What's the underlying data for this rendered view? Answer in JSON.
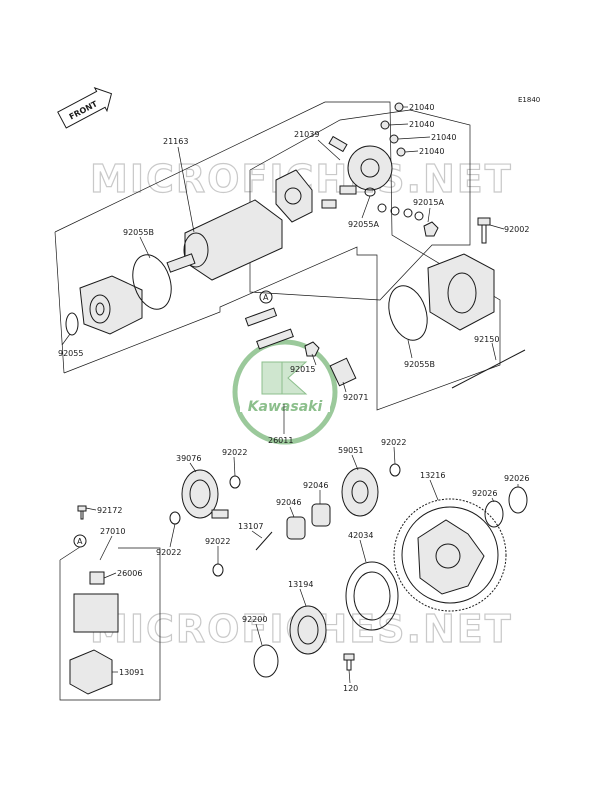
{
  "diagram": {
    "ref_code": "E1840",
    "front_arrow": "FRONT",
    "watermark": "MICROFICHES.NET",
    "logo_text": "Kawasaki",
    "callout_a": "A",
    "parts": {
      "p21163": "21163",
      "p21039": "21039",
      "p21040a": "21040",
      "p21040b": "21040",
      "p21040c": "21040",
      "p21040d": "21040",
      "p92055A": "92055A",
      "p92015A": "92015A",
      "p92002": "92002",
      "p92055B_l": "92055B",
      "p92055": "92055",
      "p92015": "92015",
      "p92071": "92071",
      "p92055B_r": "92055B",
      "p92150": "92150",
      "p26011": "26011",
      "p39076": "39076",
      "p92022a": "92022",
      "p59051": "59051",
      "p92022b": "92022",
      "p13216": "13216",
      "p92026a": "92026",
      "p92026b": "92026",
      "p92046a": "92046",
      "p92046b": "92046",
      "p92172": "92172",
      "p13107": "13107",
      "p42034": "42034",
      "p27010": "27010",
      "p92022c": "92022",
      "p92022d": "92022",
      "p26006": "26006",
      "p13194": "13194",
      "p92200": "92200",
      "p13091": "13091",
      "p120": "120"
    }
  }
}
